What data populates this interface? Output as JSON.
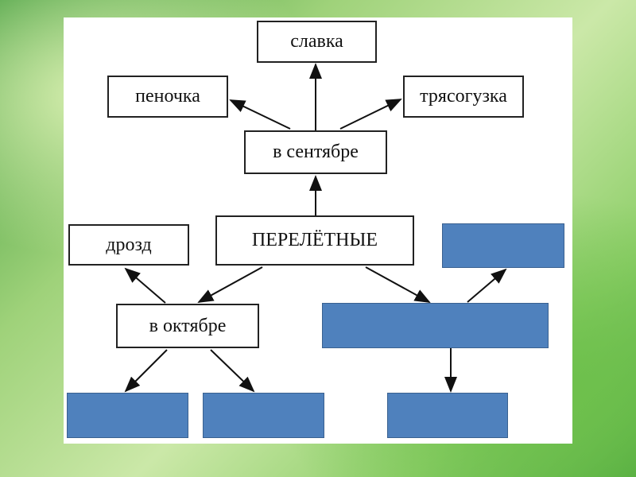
{
  "diagram": {
    "root": "ПЕРЕЛЁТНЫЕ",
    "september": "в сентябре",
    "october": "в октябре",
    "september_birds": [
      "пеночка",
      "славка",
      "трясогузка"
    ],
    "october_birds": [
      "дрозд"
    ]
  },
  "colors": {
    "blank_box": "#4f81bd",
    "line": "#111111"
  }
}
